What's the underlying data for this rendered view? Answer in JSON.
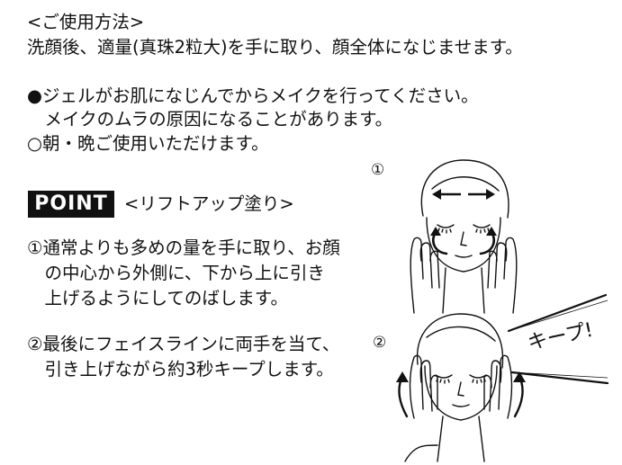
{
  "usage": {
    "heading": "<ご使用方法>",
    "text": "洗顔後、適量(真珠2粒大)を手に取り、顔全体になじませます。"
  },
  "notes": [
    "●ジェルがお肌になじんでからメイクを行ってください。",
    "　メイクのムラの原因になることがあります。",
    "○朝・晩ご使用いただけます。"
  ],
  "point": {
    "badge": "POINT",
    "title": "<リフトアップ塗り>"
  },
  "steps": [
    {
      "lines": [
        "①通常よりも多めの量を手に取り、お顔",
        "　の中心から外側に、下から上に引き",
        "　上げるようにしてのばします。"
      ]
    },
    {
      "lines": [
        "②最後にフェイスラインに両手を当て、",
        "　引き上げながら約3秒キープします。"
      ]
    }
  ],
  "illustrations": {
    "step1_number": "①",
    "step2_number": "②",
    "keep_label": "キープ!"
  }
}
